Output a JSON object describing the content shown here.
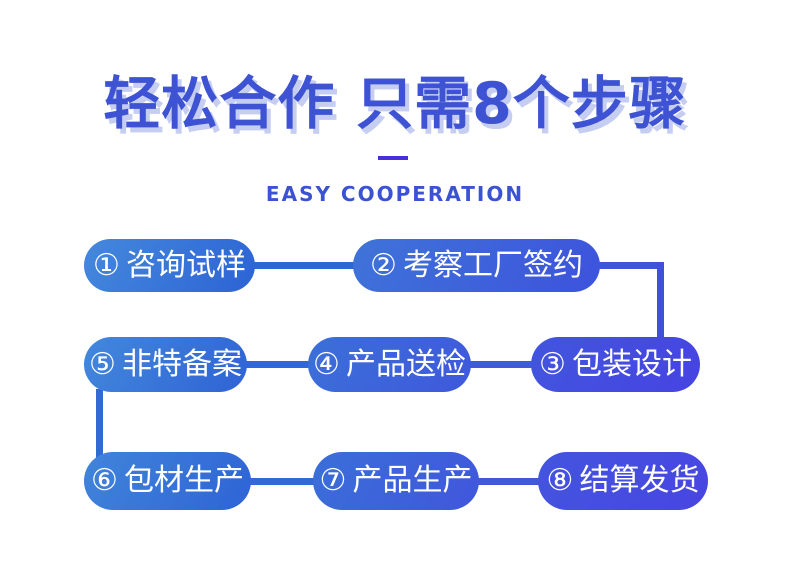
{
  "header": {
    "title": "轻松合作 只需8个步骤",
    "subtitle": "EASY COOPERATION"
  },
  "colors": {
    "title_text": "#3e53d3",
    "title_shadow": "#c5cdf1",
    "divider": "#4730d6",
    "pill_text": "#ffffff",
    "pill_blue_left": "#3f83da",
    "pill_blue_mid": "#3d5bdb",
    "pill_indigo_right": "#4845e2",
    "background": "#ffffff"
  },
  "steps": [
    {
      "num": "①",
      "label": "咨询试样"
    },
    {
      "num": "②",
      "label": "考察工厂签约"
    },
    {
      "num": "③",
      "label": "包装设计"
    },
    {
      "num": "④",
      "label": "产品送检"
    },
    {
      "num": "⑤",
      "label": "非特备案"
    },
    {
      "num": "⑥",
      "label": "包材生产"
    },
    {
      "num": "⑦",
      "label": "产品生产"
    },
    {
      "num": "⑧",
      "label": "结算发货"
    }
  ]
}
